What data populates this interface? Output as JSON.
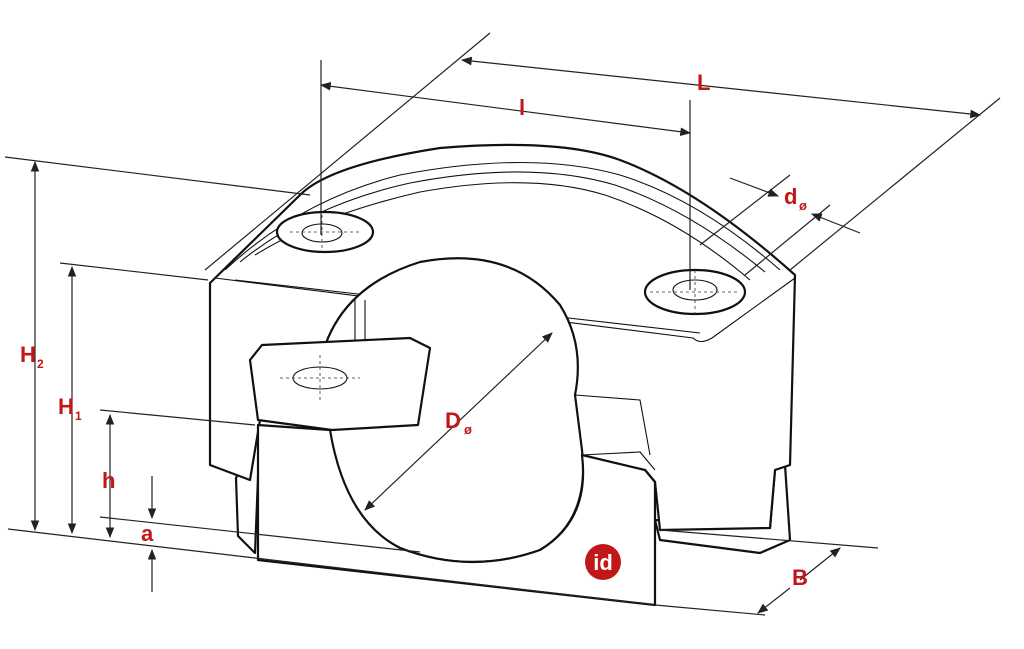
{
  "labels": {
    "L": "L",
    "l": "l",
    "d": "d",
    "d_sub": "ø",
    "D": "D",
    "D_sub": "ø",
    "H2": "H",
    "H2_sub": "2",
    "H1": "H",
    "H1_sub": "1",
    "h": "h",
    "a": "a",
    "B": "B"
  },
  "logo": {
    "text": "id",
    "color": "#c01818"
  },
  "colors": {
    "label": "#c01818",
    "line": "#111111"
  }
}
